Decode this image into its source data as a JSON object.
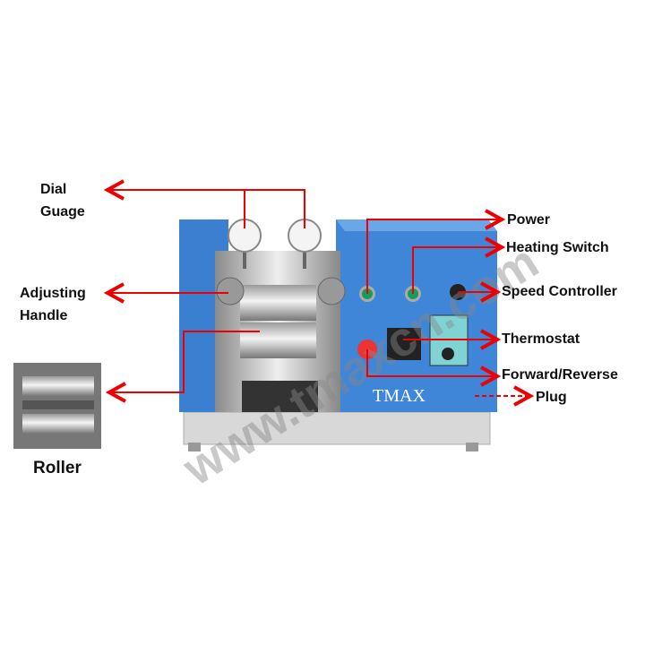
{
  "labels": {
    "dial_gauge": [
      "Dial",
      "Guage"
    ],
    "adjusting_handle": [
      "Adjusting",
      "Handle"
    ],
    "roller": "Roller",
    "power": "Power",
    "heating_switch": "Heating Switch",
    "speed_controller": "Speed Controller",
    "thermostat": "Thermostat",
    "forward_reverse": "Forward/Reverse",
    "plug": "Plug"
  },
  "logo": "TMAX",
  "watermark": "www.tmaxcn.com",
  "colors": {
    "arrow": "#ee0000",
    "body": "#3b7fd0",
    "steel": "#b8b8b8"
  }
}
